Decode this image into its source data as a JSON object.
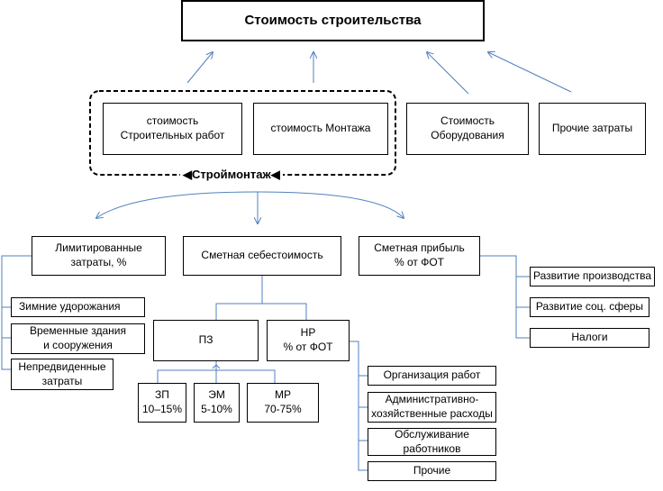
{
  "title": "Стоимость строительства",
  "top_costs": {
    "construction": "стоимость\nСтроительных работ",
    "installation": "стоимость Монтажа",
    "equipment": "Стоимость\nОборудования",
    "other": "Прочие затраты"
  },
  "group_label": "Строймонтаж",
  "level2": {
    "limited": "Лимитированные\nзатраты, %",
    "estimated_cost": "Сметная себестоимость",
    "profit": "Сметная прибыль\n% от ФОТ"
  },
  "limited_items": [
    "Зимние удорожания",
    "Временные здания\nи сооружения",
    "Непредвиденные\nзатраты"
  ],
  "profit_items": [
    "Развитие производства",
    "Развитие соц. сферы",
    "Налоги"
  ],
  "pz": "ПЗ",
  "nr": "НР\n% от ФОТ",
  "pz_items": [
    {
      "name": "ЗП",
      "pct": "10–15%"
    },
    {
      "name": "ЭМ",
      "pct": "5-10%"
    },
    {
      "name": "МР",
      "pct": "70-75%"
    }
  ],
  "nr_items": [
    "Организация работ",
    "Административно-\nхозяйственные расходы",
    "Обслуживание\nработников",
    "Прочие"
  ],
  "colors": {
    "connector": "#4f81bd",
    "box_border": "#000000"
  }
}
